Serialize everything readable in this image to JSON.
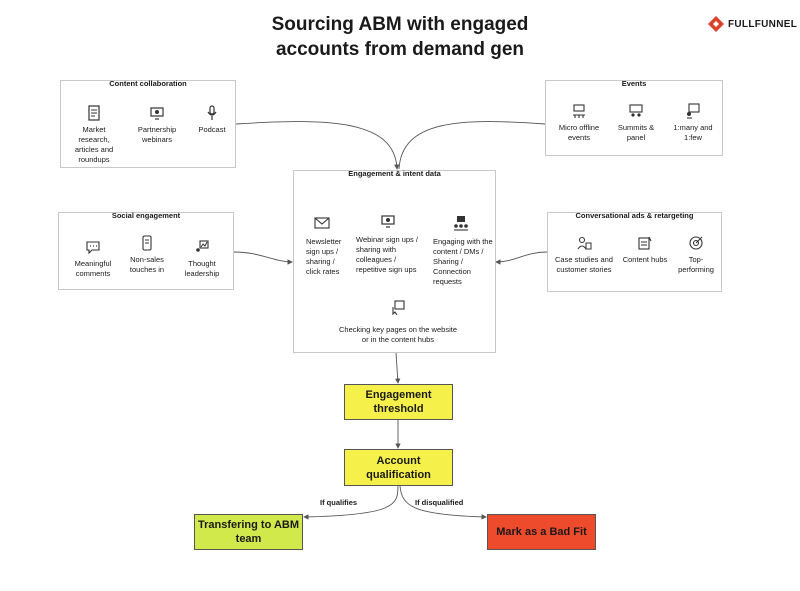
{
  "title_line1": "Sourcing ABM with engaged",
  "title_line2": "accounts from demand gen",
  "brand": "FULLFUNNEL",
  "groups": {
    "content": {
      "title": "Content collaboration",
      "items": [
        "Market research, articles and roundups",
        "Partnership webinars",
        "Podcast"
      ],
      "icons": [
        "document-icon",
        "webinar-icon",
        "microphone-icon"
      ]
    },
    "events": {
      "title": "Events",
      "items": [
        "Micro offline events",
        "Summits & panel",
        "1:many and 1:few"
      ],
      "icons": [
        "event-icon",
        "summit-icon",
        "presentation-icon"
      ]
    },
    "social": {
      "title": "Social engagement",
      "items": [
        "Meaningful comments",
        "Non-sales touches in",
        "Thought leadership"
      ],
      "icons": [
        "comment-icon",
        "phone-chat-icon",
        "chart-board-icon"
      ]
    },
    "ads": {
      "title": "Conversational ads & retargeting",
      "items": [
        "Case studies and customer stories",
        "Content hubs",
        "Top-performing"
      ],
      "icons": [
        "customer-story-icon",
        "content-hub-icon",
        "target-icon"
      ]
    },
    "engagement": {
      "title": "Engagement & intent data",
      "items": [
        "Newsletter sign ups / sharing / click rates",
        "Webinar sign ups / sharing with colleagues / repetitive sign ups",
        "Engaging with the content / DMs / Sharing / Connection requests",
        "Checking key pages on the website or in the content hubs"
      ],
      "icons": [
        "envelope-icon",
        "webinar-icon",
        "group-engage-icon",
        "cursor-page-icon"
      ]
    }
  },
  "flow": {
    "threshold": "Engagement threshold",
    "qualification": "Account qualification",
    "transfer": "Transfering to ABM team",
    "badfit": "Mark as a Bad Fit",
    "if_qualifies": "If qualifies",
    "if_disqualified": "If disqualified"
  },
  "colors": {
    "yellow": "#f5f04a",
    "lime": "#d1e94a",
    "red": "#ee4a2c",
    "logo_red": "#d9432b"
  }
}
